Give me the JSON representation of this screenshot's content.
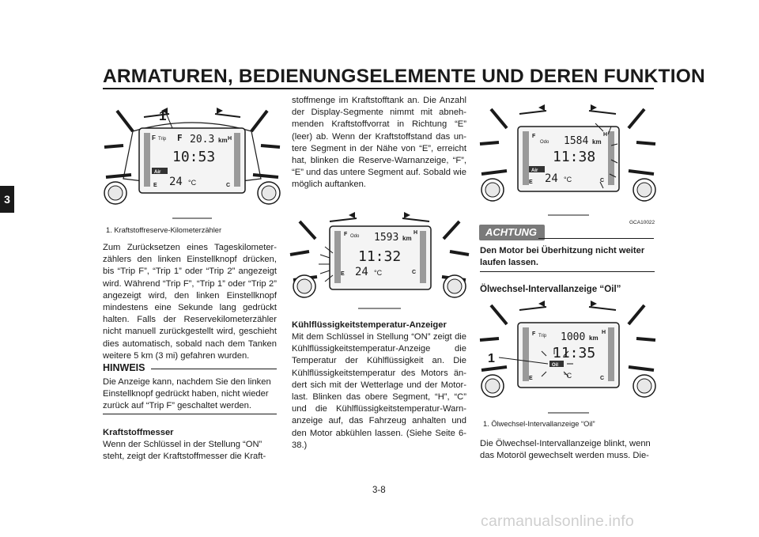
{
  "page": {
    "title": "ARMATUREN, BEDIENUNGSELEMENTE UND DEREN FUNKTION",
    "chapter": "3",
    "page_number": "3-8",
    "watermark": "carmanualsonline.info"
  },
  "left_column": {
    "figure": {
      "callout": "1",
      "lcd": {
        "mode": "Trip",
        "fuel_letter": "F",
        "trip_value": "20.3",
        "unit": "km",
        "clock": "10:53",
        "air": "Air",
        "temp": "24",
        "temp_unit": "°C",
        "e": "E",
        "c": "C",
        "h": "H"
      }
    },
    "caption": "1.  Kraftstoffreserve-Kilometerzähler",
    "para1": "Zum Zurücksetzen eines Tageskilometer-zählers den linken Einstellknopf drücken, bis “Trip F”, “Trip 1” oder “Trip 2” angezeigt wird. Während “Trip F”, “Trip 1” oder “Trip 2” angezeigt wird, den linken Einstellknopf mindestens eine Sekunde lang gedrückt halten. Falls der Reservekilometerzähler nicht manuell zurückgestellt wird, geschieht dies automatisch, sobald nach dem Tanken weitere 5 km (3 mi) gefahren wurden.",
    "hinweis": {
      "heading": "HINWEIS",
      "text": "Die Anzeige kann, nachdem Sie den linken Einstellknopf gedrückt haben, nicht wieder zurück auf “Trip F” geschaltet werden."
    },
    "fuel_heading": "Kraftstoffmesser",
    "fuel_text": "Wenn der Schlüssel in der Stellung “ON” steht, zeigt der Kraftstoffmesser die Kraft-"
  },
  "middle_column": {
    "text1": "stoffmenge im Kraftstofftank an. Die Anzahl der Display-Segmente nimmt mit abneh-menden Kraftstoffvorrat in Richtung “E” (leer) ab. Wenn der Kraftstoffstand das un-tere Segment in der Nähe von “E”, erreicht hat, blinken die Reserve-Warnanzeige, “F”, “E” und das untere Segment auf. Sobald wie möglich auftanken.",
    "figure": {
      "lcd": {
        "mode": "Odo",
        "fuel_letter": "F",
        "odo_value": "1593",
        "unit": "km",
        "clock": "11:32",
        "temp": "24",
        "temp_unit": "°C",
        "e": "E",
        "c": "C",
        "h": "H"
      }
    },
    "coolant_heading": "Kühlflüssigkeitstemperatur-Anzeiger",
    "coolant_text": "Mit dem Schlüssel in Stellung “ON” zeigt die Kühlflüssigkeitstemperatur-Anzeige die Temperatur der Kühlflüssigkeit an. Die Kühlflüssigkeitstemperatur des Motors än-dert sich mit der Wetterlage und der Motor-last. Blinken das obere Segment, “H”, “C” und die Kühlflüssigkeitstemperatur-Warn-anzeige auf, das Fahrzeug anhalten und den Motor abkühlen lassen. (Siehe Seite 6-38.)"
  },
  "right_column": {
    "figure1": {
      "lcd": {
        "mode": "Odo",
        "fuel_letter": "F",
        "odo_value": "1584",
        "unit": "km",
        "clock": "11:38",
        "air": "Air",
        "temp": "24",
        "temp_unit": "°C",
        "e": "E",
        "c": "C",
        "h": "H"
      }
    },
    "code": "GCA10022",
    "achtung_label": "ACHTUNG",
    "achtung_text": "Den Motor bei Überhitzung nicht weiter laufen lassen.",
    "oil_heading": "Ölwechsel-Intervallanzeige “Oil”",
    "figure2": {
      "callout": "1",
      "lcd": {
        "mode": "Trip",
        "fuel_letter": "F",
        "trip_value": "1000",
        "unit": "km",
        "clock": "11:35",
        "oil": "Oil",
        "temp": "",
        "temp_unit": "°C",
        "e": "E",
        "c": "C",
        "h": "H"
      }
    },
    "caption": "1.  Ölwechsel-Intervallanzeige “Oil”",
    "oil_text": "Die Ölwechsel-Intervallanzeige blinkt, wenn das Motoröl gewechselt werden muss. Die-"
  }
}
